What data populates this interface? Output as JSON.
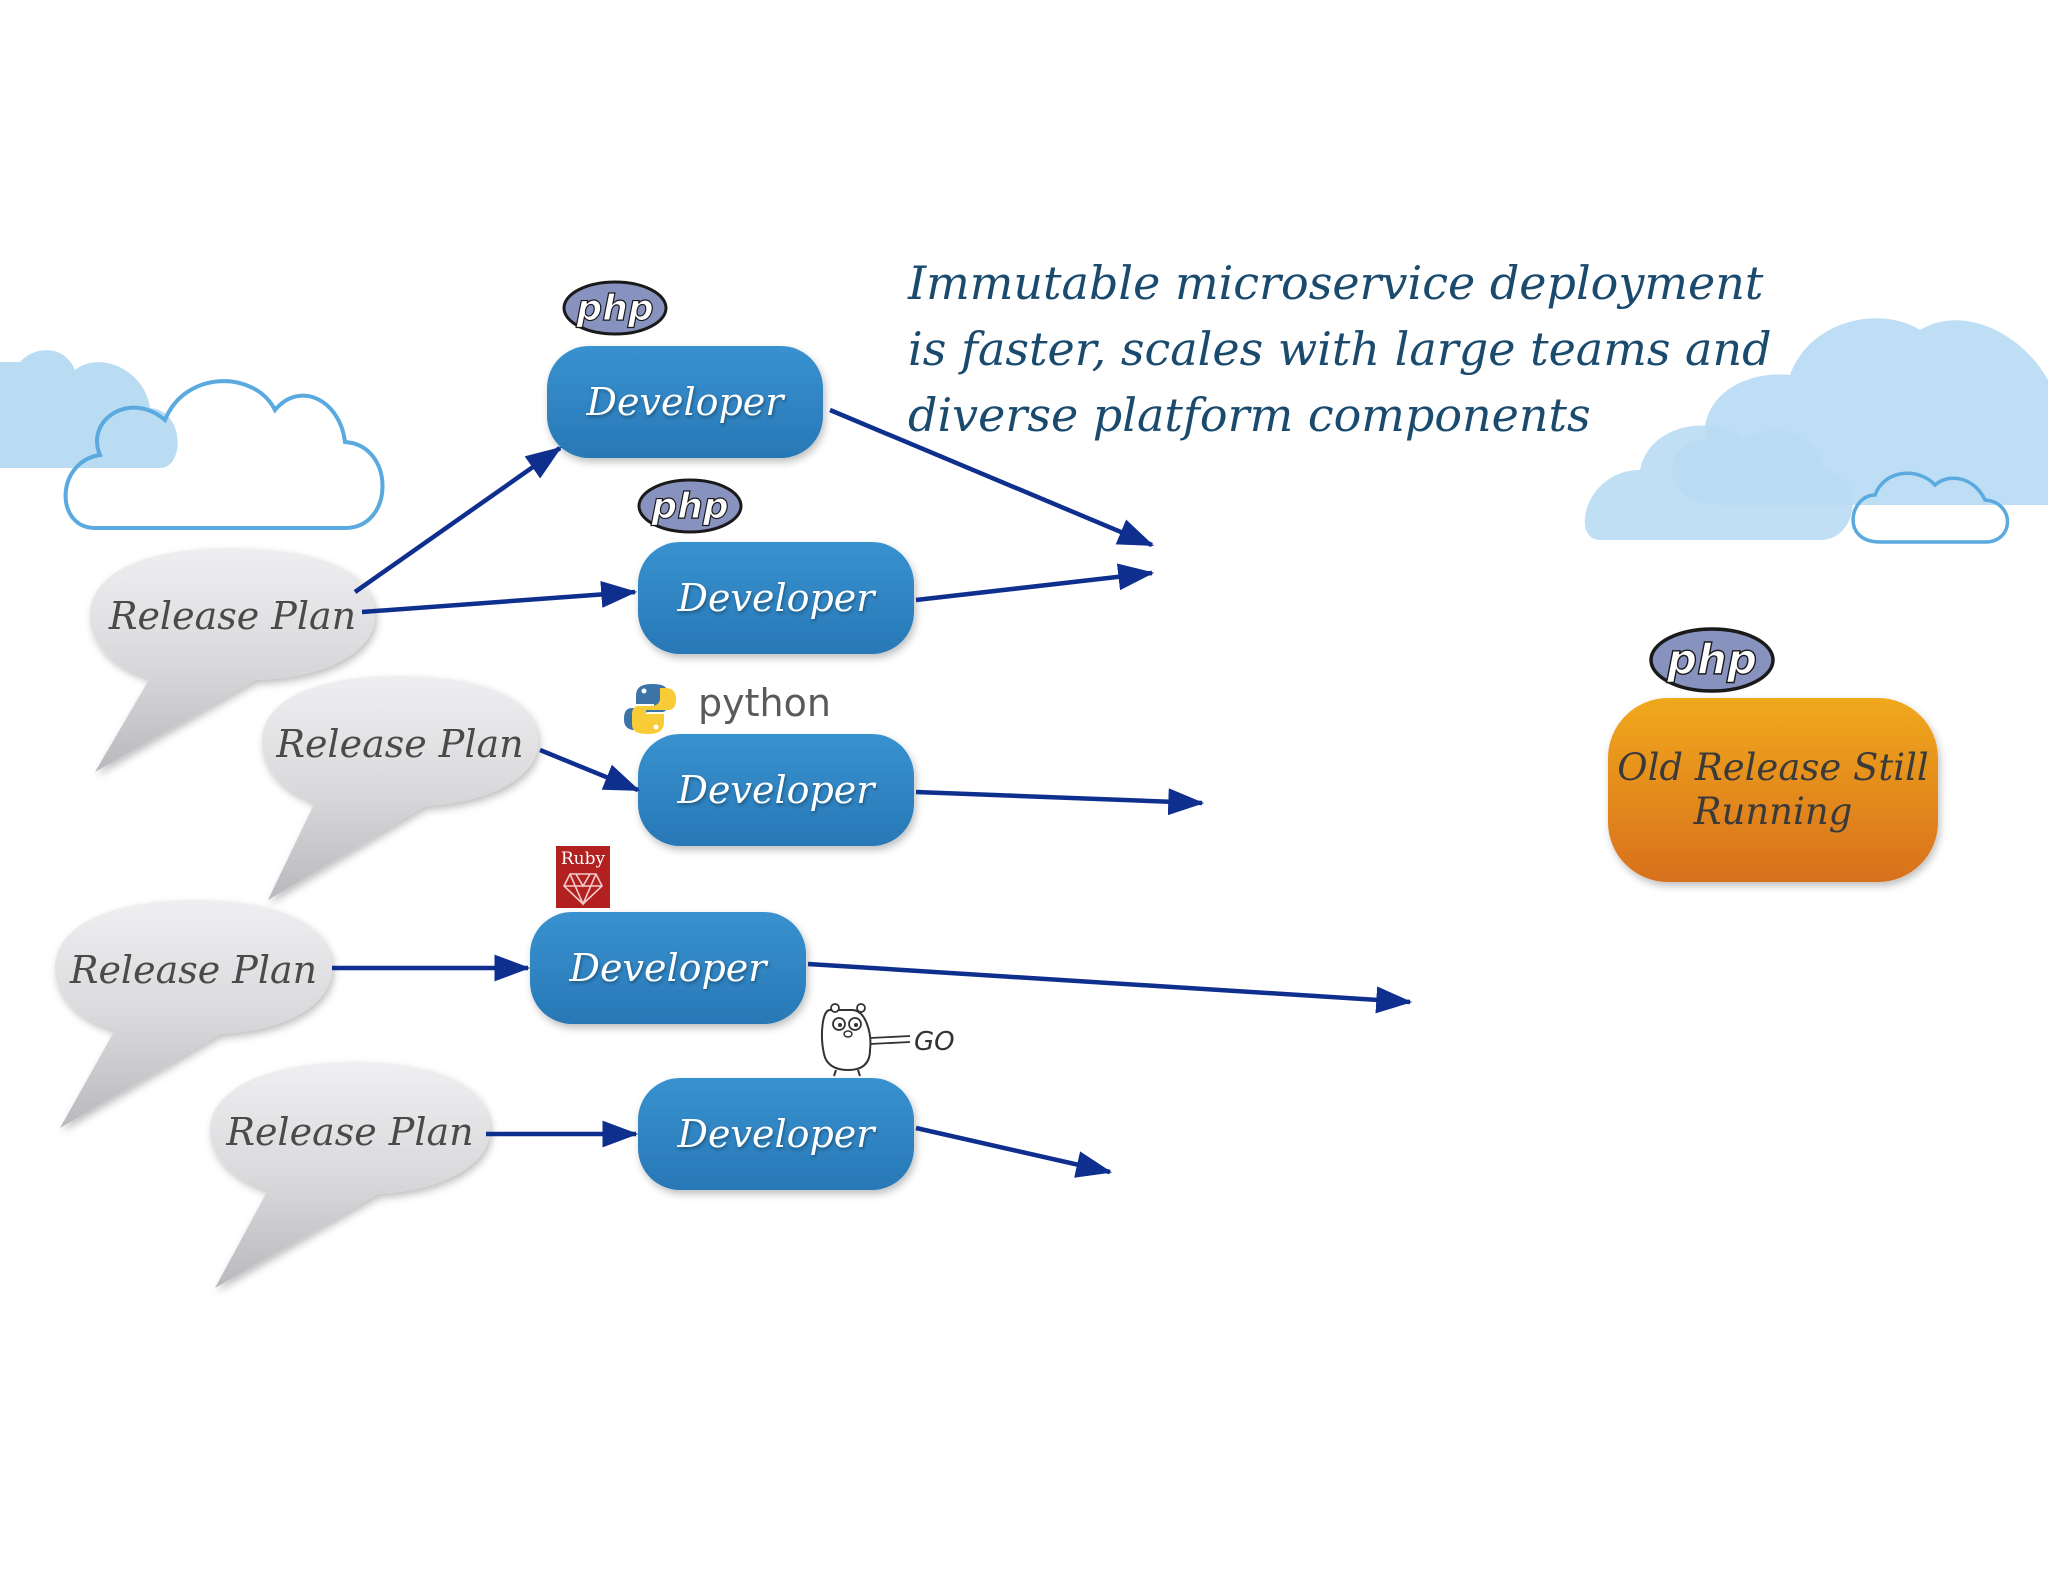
{
  "title": {
    "lines": [
      "Immutable microservice deployment",
      "is faster, scales with large teams and",
      "diverse platform components"
    ]
  },
  "release_plan_label": "Release Plan",
  "developer_label": "Developer",
  "old_release": {
    "line1": "Old Release Still",
    "line2": "Running"
  },
  "logos": {
    "php": "php",
    "python": "python",
    "ruby": "Ruby",
    "go": "GO"
  },
  "colors": {
    "developer_box": "#2f86c4",
    "arrow": "#0f2f8f",
    "old_release_top": "#f0a81c",
    "old_release_bottom": "#d8701f",
    "cloud_fill": "#b9dcf3",
    "cloud_outline": "#5aa9df",
    "speech_bubble": "#d9d9dc",
    "title_text": "#1a4a6e"
  }
}
